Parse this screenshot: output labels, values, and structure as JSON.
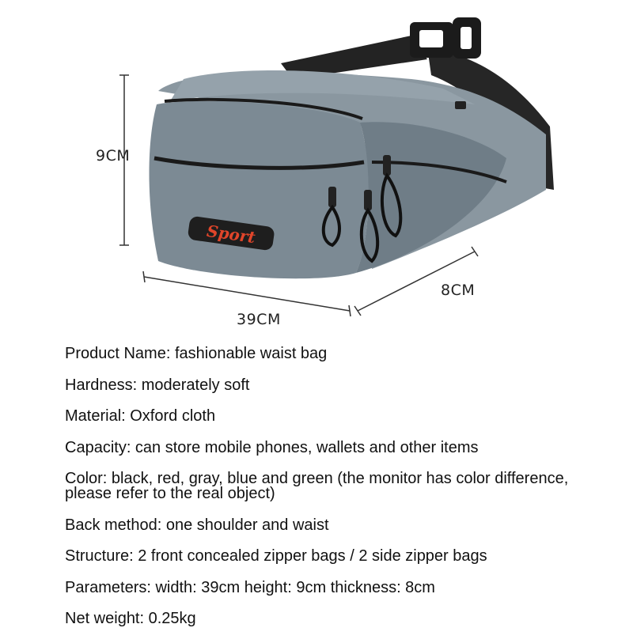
{
  "product": {
    "logo_text": "Sport",
    "colors": {
      "body": "#7c8a94",
      "belt": "#222222",
      "logo": "#e0452a",
      "zipper": "#1a1a1a"
    }
  },
  "dimensions": {
    "height": "9CM",
    "width": "39CM",
    "depth": "8CM"
  },
  "specs": [
    "Product Name: fashionable waist bag",
    "Hardness: moderately soft",
    "Material: Oxford cloth",
    "Capacity: can store mobile phones, wallets and other items",
    "Color: black, red, gray, blue and green (the monitor has color difference, please refer to the real object)",
    "Back method: one shoulder and waist",
    "Structure: 2 front concealed zipper bags / 2 side zipper bags",
    "Parameters: width: 39cm height: 9cm thickness: 8cm",
    "Net weight: 0.25kg"
  ]
}
